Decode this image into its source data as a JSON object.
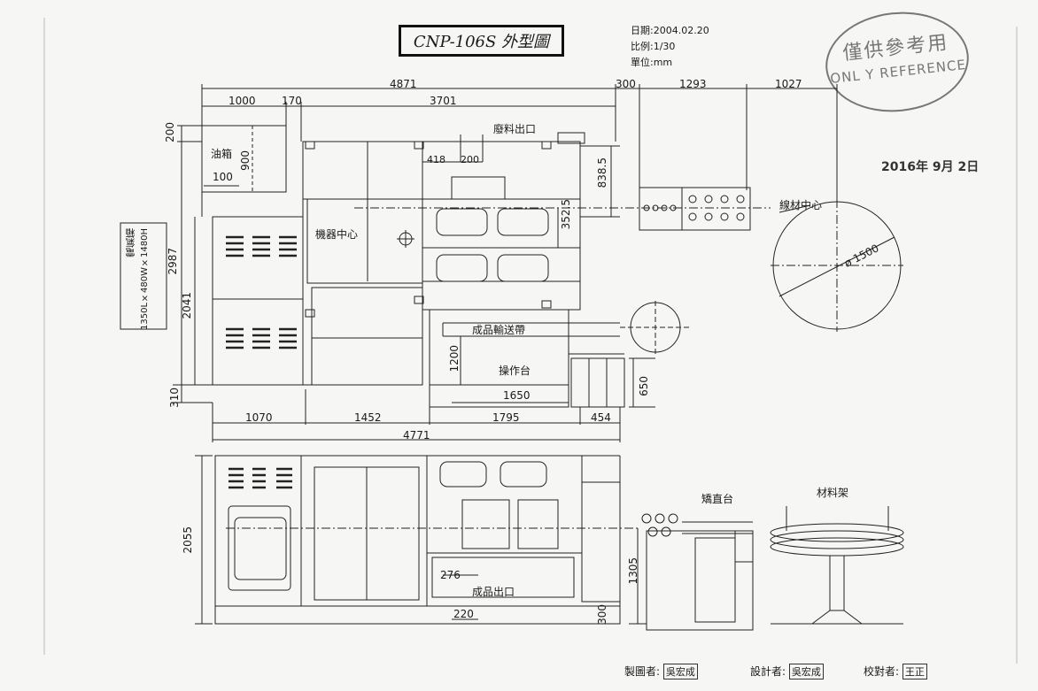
{
  "header": {
    "title": "CNP-106S 外型圖",
    "date": "日期:2004.02.20",
    "scale": "比例:1/30",
    "unit": "單位:mm"
  },
  "stamp": {
    "line1": "僅供參考用",
    "line2": "ONL Y REFERENCE"
  },
  "date_stamp": "2016年 9月 2日",
  "plan_view": {
    "dims_top": [
      "4871",
      "1000",
      "170",
      "3701",
      "300",
      "1293",
      "1027"
    ],
    "dims_left": [
      "200",
      "900",
      "100",
      "2987",
      "2041",
      "310"
    ],
    "dims_inner": [
      "418",
      "200",
      "838.5",
      "352.5",
      "1200",
      "1650",
      "650"
    ],
    "dims_bottom": [
      "1070",
      "1452",
      "1795",
      "454",
      "4771"
    ],
    "labels": {
      "oil_tank": "油箱",
      "waste_outlet": "廢料出口",
      "machine_center": "機器中心",
      "wire_center": "線材中心",
      "diameter": "ø 1500",
      "conveyor": "成品輸送帶",
      "operation_table": "操作台",
      "electric_box": "電氣箱",
      "electric_box_size": "1350L×480W×1480H"
    }
  },
  "elevation_view": {
    "dims": [
      "2055",
      "276",
      "220",
      "300",
      "1305"
    ],
    "labels": {
      "product_outlet": "成品出口",
      "straightener": "矯直台",
      "material_rack": "材料架"
    }
  },
  "signatures": {
    "drawn_by_label": "製圖者:",
    "drawn_by": "吳宏成",
    "designed_by_label": "設計者:",
    "designed_by": "吳宏成",
    "checked_by_label": "校對者:",
    "checked_by": "王正"
  }
}
